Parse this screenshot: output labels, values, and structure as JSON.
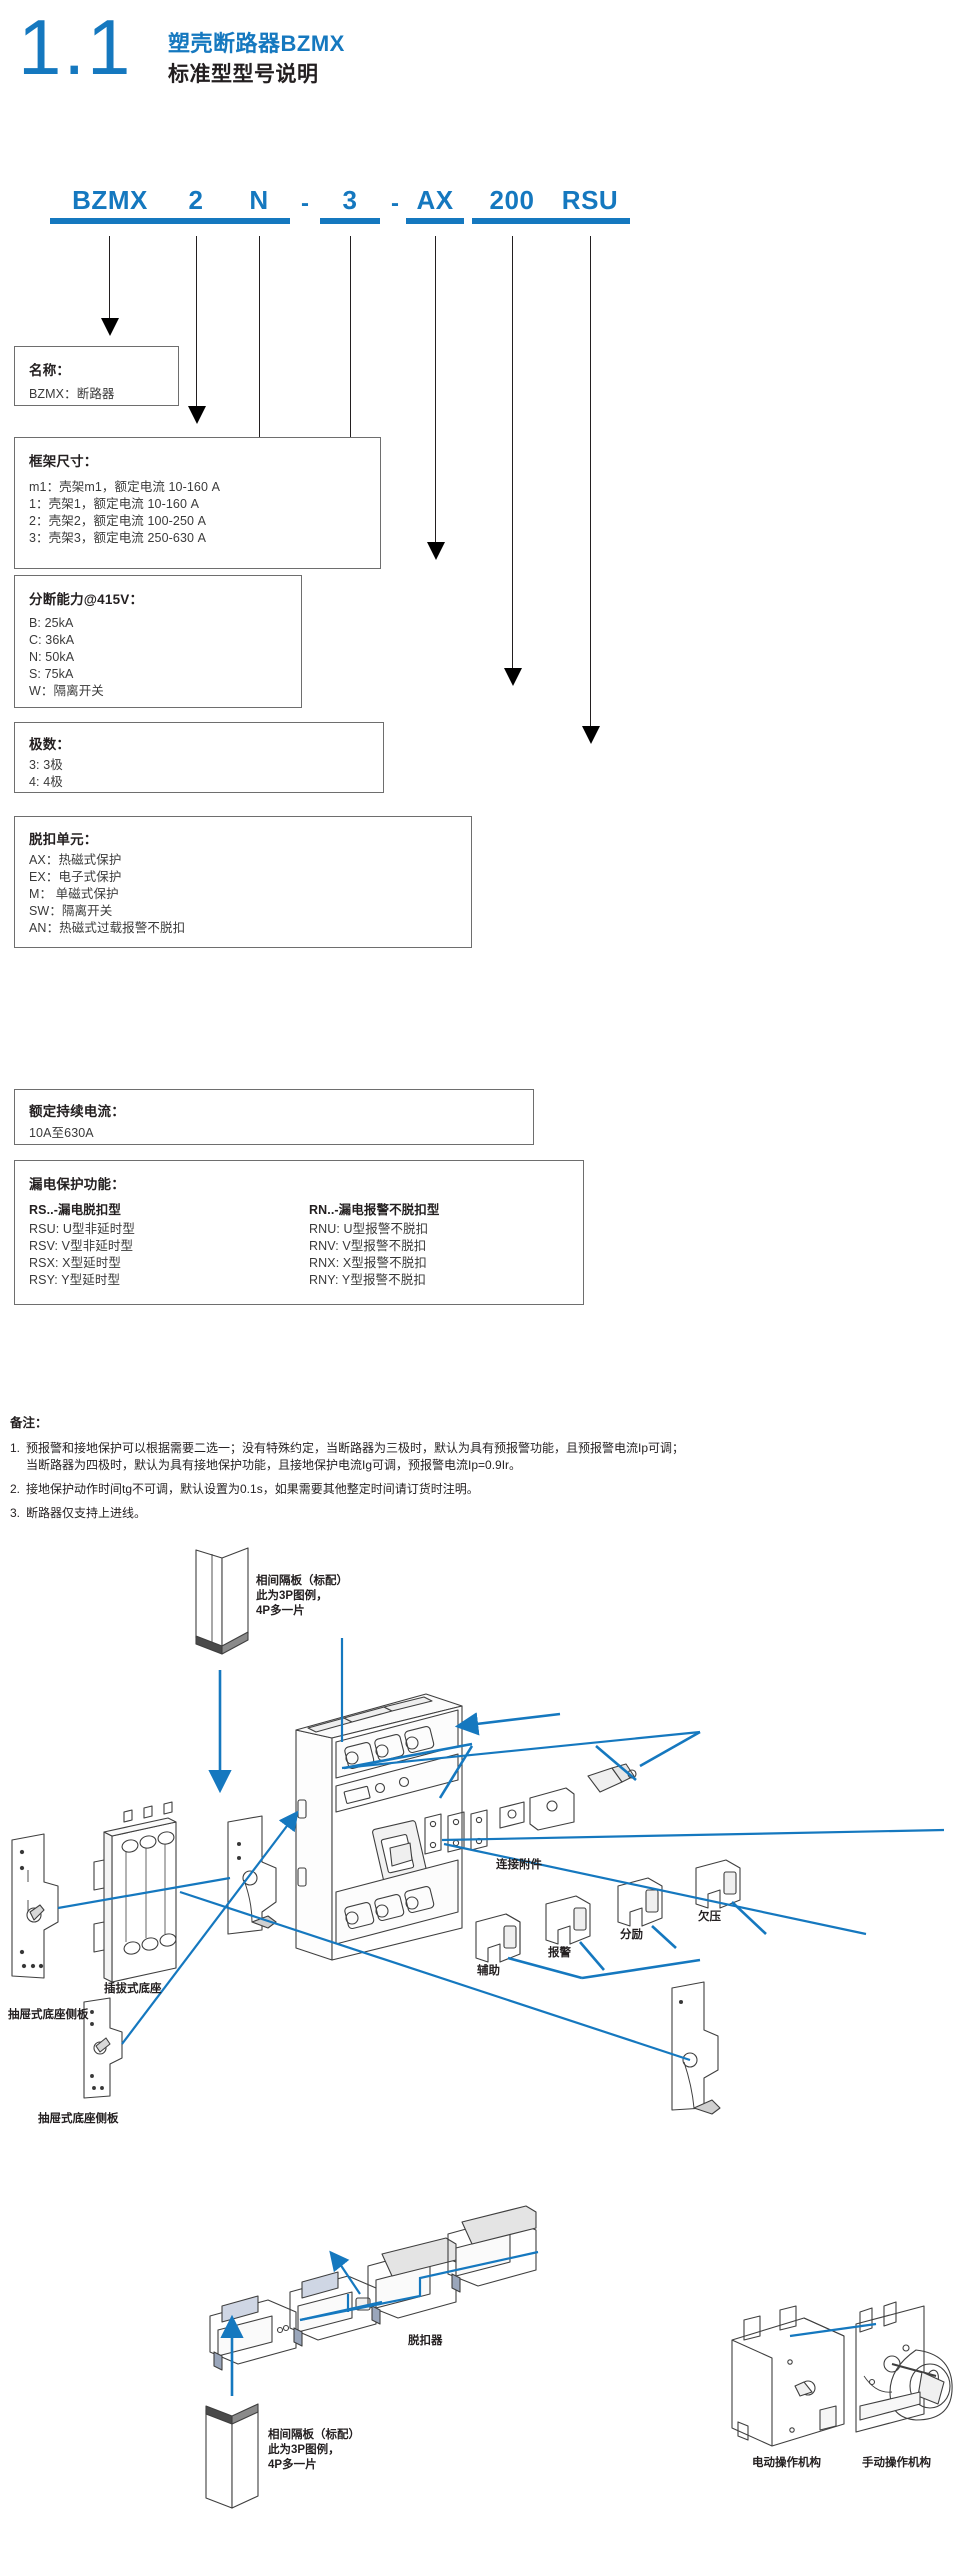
{
  "header": {
    "number": "1.1",
    "title_cn": "塑壳断路器BZMX",
    "subtitle_cn": "标准型型号说明",
    "accent": "#1578bf"
  },
  "code_row": {
    "segments": [
      {
        "text": "BZMX",
        "sep": ""
      },
      {
        "text": "2",
        "sep": ""
      },
      {
        "text": "N",
        "sep": "-"
      },
      {
        "text": "3",
        "sep": "-"
      },
      {
        "text": "AX",
        "sep": ""
      },
      {
        "text": "200",
        "sep": ""
      },
      {
        "text": "RSU",
        "sep": ""
      }
    ]
  },
  "boxes": [
    {
      "key": "name",
      "title": "名称：",
      "lines": [
        "BZMX：断路器"
      ]
    },
    {
      "key": "frame",
      "title": "框架尺寸：",
      "lines": [
        "m1：壳架m1，额定电流 10-160 A",
        "1：壳架1，额定电流 10-160 A",
        "2：壳架2，额定电流 100-250 A",
        "3：壳架3，额定电流 250-630 A"
      ]
    },
    {
      "key": "breaking",
      "title": "分断能力@415V：",
      "lines": [
        "B: 25kA",
        "C: 36kA",
        "N: 50kA",
        "S: 75kA",
        "W：隔离开关"
      ]
    },
    {
      "key": "poles",
      "title": "极数：",
      "lines": [
        "3: 3极",
        "4: 4极"
      ]
    },
    {
      "key": "trip_unit",
      "title": "脱扣单元：",
      "lines": [
        "AX：热磁式保护",
        "EX：电子式保护",
        "M： 单磁式保护",
        "SW：隔离开关",
        "AN：热磁式过载报警不脱扣"
      ]
    },
    {
      "key": "rated_current",
      "title": "额定持续电流：",
      "lines": [
        "10A至630A"
      ]
    }
  ],
  "earth_leakage": {
    "title": "漏电保护功能：",
    "col_left": {
      "heading_bold": "RS..-",
      "heading_rest": "漏电脱扣型",
      "items": [
        "RSU: U型非延时型",
        "RSV: V型非延时型",
        "RSX: X型延时型",
        "RSY: Y型延时型"
      ]
    },
    "col_right": {
      "heading_bold": "RN..-",
      "heading_rest": "漏电报警不脱扣型",
      "items": [
        "RNU: U型报警不脱扣",
        "RNV: V型报警不脱扣",
        "RNX: X型报警不脱扣",
        "RNY: Y型报警不脱扣"
      ]
    }
  },
  "notes": {
    "title": "备注：",
    "items": [
      {
        "num": "1.",
        "line1": "预报警和接地保护可以根据需要二选一；没有特殊约定，当断路器为三极时，默认为具有预报警功能，且预报警电流Ip可调；",
        "line2": "当断路器为四极时，默认为具有接地保护功能，且接地保护电流Ig可调，预报警电流Ip=0.9Ir。"
      },
      {
        "num": "2.",
        "line1": "接地保护动作时间tg不可调，默认设置为0.1s，如果需要其他整定时间请订货时注明。",
        "line2": ""
      },
      {
        "num": "3.",
        "line1": "断路器仅支持上进线。",
        "line2": ""
      }
    ]
  },
  "diagram": {
    "accent": "#1578bf",
    "labels": [
      {
        "key": "barrier_top",
        "text": "相间隔板（标配）\n此为3P图例，\n4P多一片"
      },
      {
        "key": "barrier_bottom",
        "text": "相间隔板（标配）\n此为3P图例，\n4P多一片"
      },
      {
        "key": "connect_acc",
        "text": "连接附件"
      },
      {
        "key": "auxiliary",
        "text": "辅助"
      },
      {
        "key": "alarm",
        "text": "报警"
      },
      {
        "key": "shunt",
        "text": "分励"
      },
      {
        "key": "undervoltage",
        "text": "欠压"
      },
      {
        "key": "drawout_side_1",
        "text": "抽屉式底座侧板"
      },
      {
        "key": "plugin_base",
        "text": "插拔式底座"
      },
      {
        "key": "drawout_side_2",
        "text": "抽屉式底座侧板"
      },
      {
        "key": "trip_units",
        "text": "脱扣器"
      },
      {
        "key": "motor_op",
        "text": "电动操作机构"
      },
      {
        "key": "manual_op",
        "text": "手动操作机构"
      }
    ]
  }
}
